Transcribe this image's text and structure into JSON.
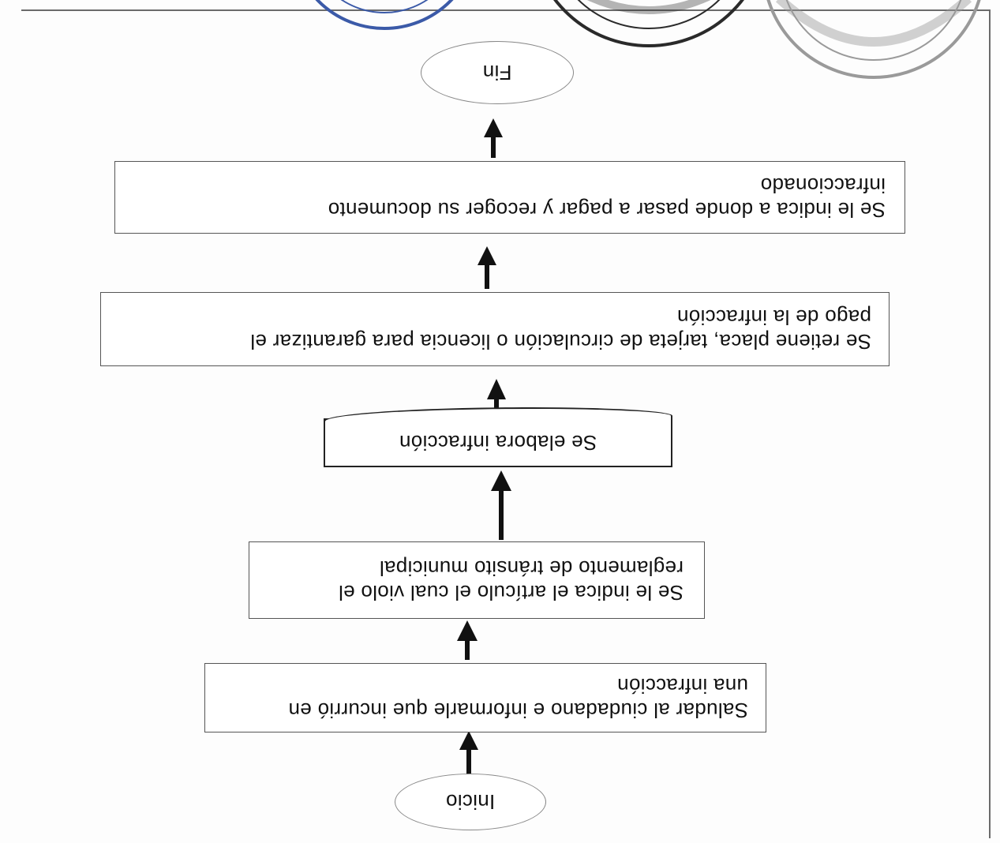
{
  "diagram": {
    "nodes": [
      {
        "id": "start",
        "shape": "ellipse",
        "text": "Inicio"
      },
      {
        "id": "step1",
        "shape": "rect",
        "text": "Saludar al ciudadano e informarle que incurrió en\nuna infracción"
      },
      {
        "id": "step2",
        "shape": "rect",
        "text": "Se le indica el artículo el cual violo el\nreglamento de tránsito municipal"
      },
      {
        "id": "step3",
        "shape": "document",
        "text": "Se elabora infracción"
      },
      {
        "id": "step4",
        "shape": "rect",
        "text": "Se retiene placa, tarjeta de circulación o licencia para garantizar el\npago de la infracción"
      },
      {
        "id": "step5",
        "shape": "rect",
        "text": "Se le indica a donde pasar a pagar y  recoger su documento\ninfraccionado"
      },
      {
        "id": "end",
        "shape": "ellipse",
        "text": "Fin"
      }
    ],
    "edges": [
      {
        "from": "start",
        "to": "step1"
      },
      {
        "from": "step1",
        "to": "step2"
      },
      {
        "from": "step2",
        "to": "step3"
      },
      {
        "from": "step3",
        "to": "step4"
      },
      {
        "from": "step4",
        "to": "step5"
      },
      {
        "from": "step5",
        "to": "end"
      }
    ]
  },
  "colors": {
    "stamp_blue": "#3b5aa8",
    "stamp_dark": "#2a2a2a",
    "stamp_gray": "#9a9a9a"
  }
}
